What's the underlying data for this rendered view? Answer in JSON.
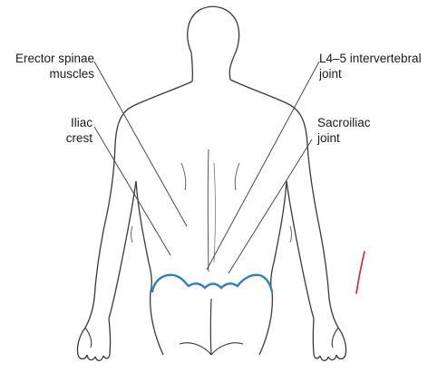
{
  "labels": {
    "erector_line1": "Erector spinae",
    "erector_line2": "muscles",
    "iliac_line1": "Iliac",
    "iliac_line2": "crest",
    "l45_line1": "L4–5 intervertebral",
    "l45_line2": "joint",
    "sacroiliac_line1": "Sacroiliac",
    "sacroiliac_line2": "joint"
  },
  "colors": {
    "outline": "#3a3a3a",
    "leader": "#4a4a4a",
    "iliac_highlight": "#2b7fc7",
    "pen_mark": "#e0202a"
  }
}
